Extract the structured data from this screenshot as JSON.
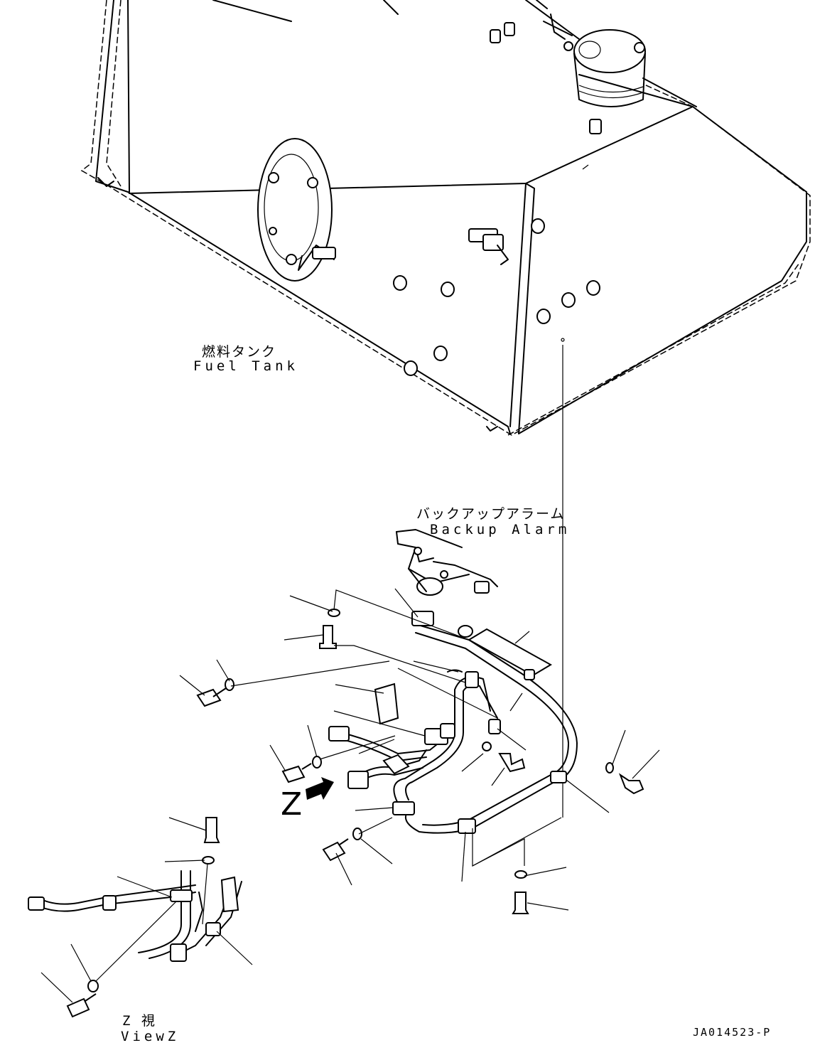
{
  "labels": {
    "fuel_tank_ja": "燃料タンク",
    "fuel_tank_en": "Fuel Tank",
    "backup_alarm_ja": "バックアップアラーム",
    "backup_alarm_en": "Backup Alarm",
    "view_letter": "Z",
    "view_ja": "Z 視",
    "view_en": "ViewZ",
    "drawing_number": "JA014523-P"
  }
}
